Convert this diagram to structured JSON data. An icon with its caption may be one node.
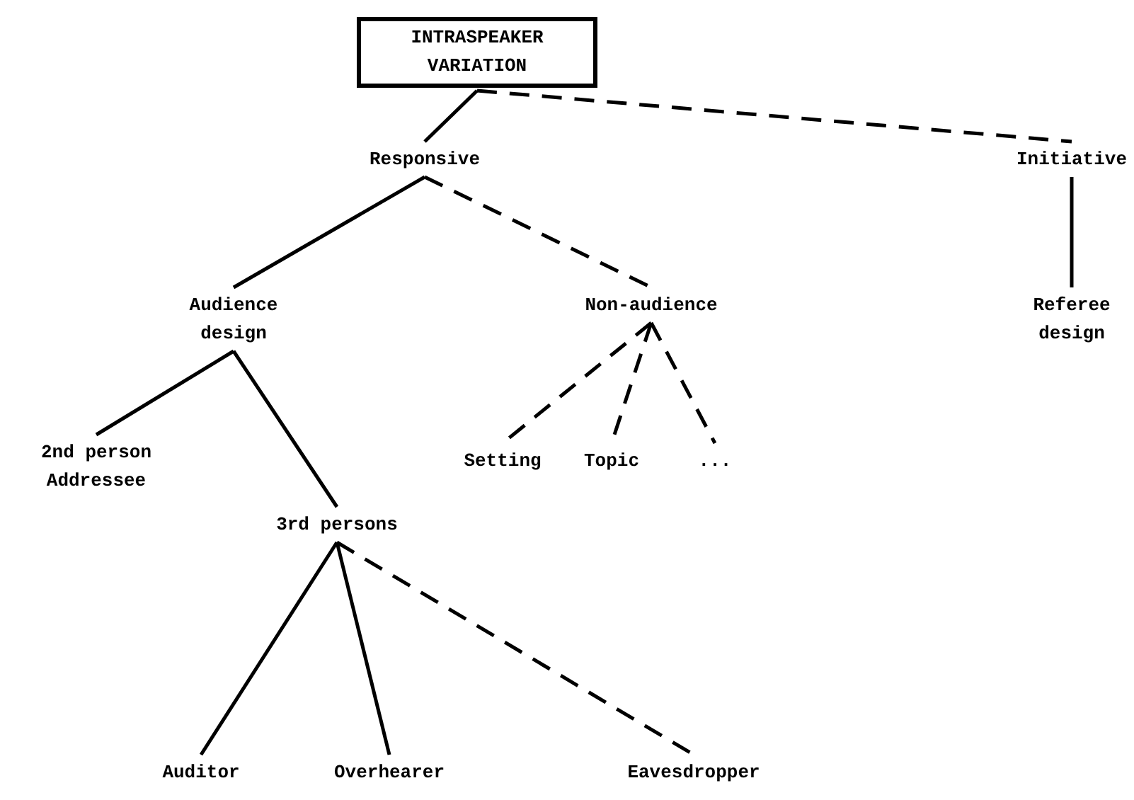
{
  "diagram": {
    "nodes": [
      {
        "text": [
          "INTRASPEAKER VARIATION"
        ]
      },
      {
        "text": [
          "Responsive"
        ]
      },
      {
        "text": [
          "Initiative"
        ]
      },
      {
        "text": [
          "Audience design"
        ]
      },
      {
        "text": [
          "Non-audience"
        ]
      },
      {
        "text": [
          "Referee design"
        ]
      },
      {
        "text": [
          "2nd person Addressee"
        ]
      },
      {
        "text": [
          "Setting"
        ]
      },
      {
        "text": [
          "Topic"
        ]
      },
      {
        "text": [
          "..."
        ]
      },
      {
        "text": [
          "3rd persons"
        ]
      },
      {
        "text": [
          "Auditor"
        ]
      },
      {
        "text": [
          "Overhearer"
        ]
      },
      {
        "text": [
          "Eavesdropper"
        ]
      }
    ],
    "edges": [
      {
        "from": 0,
        "to": 1,
        "arrow": "none"
      },
      {
        "from": 0,
        "to": 2,
        "arrow": "none",
        "style": "dashed"
      },
      {
        "from": 1,
        "to": 3,
        "arrow": "none"
      },
      {
        "from": 1,
        "to": 4,
        "arrow": "none",
        "style": "dashed"
      },
      {
        "from": 2,
        "to": 5,
        "arrow": "none"
      },
      {
        "from": 3,
        "to": 6,
        "arrow": "none"
      },
      {
        "from": 3,
        "to": 10,
        "arrow": "none"
      },
      {
        "from": 4,
        "to": 7,
        "arrow": "none",
        "style": "dashed"
      },
      {
        "from": 4,
        "to": 8,
        "arrow": "none",
        "style": "dashed"
      },
      {
        "from": 4,
        "to": 9,
        "arrow": "none",
        "style": "dashed"
      },
      {
        "from": 10,
        "to": 11,
        "arrow": "none"
      },
      {
        "from": 10,
        "to": 12,
        "arrow": "none"
      },
      {
        "from": 10,
        "to": 13,
        "arrow": "none",
        "style": "dashed"
      }
    ]
  }
}
